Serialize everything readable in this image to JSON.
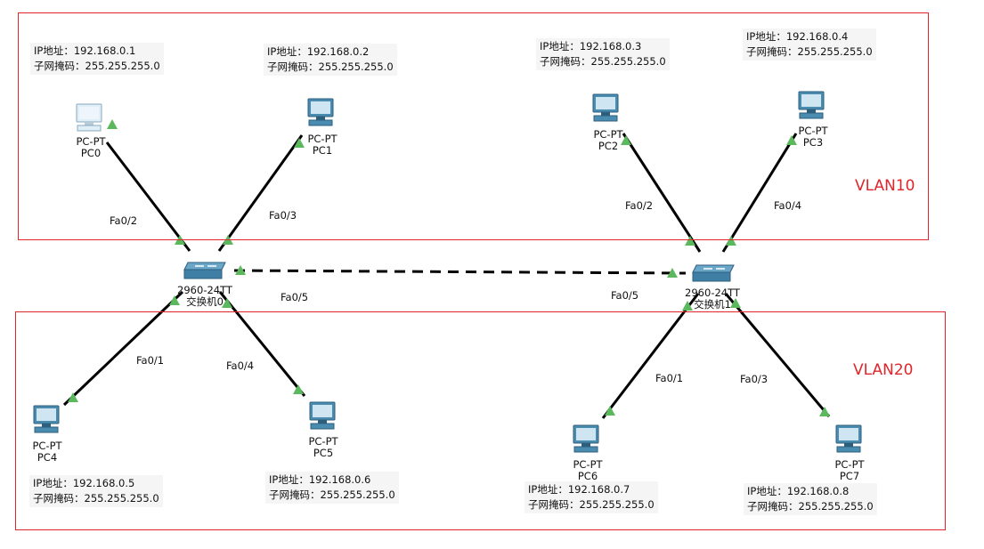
{
  "vlans": [
    {
      "id": "vlan10",
      "label": "VLAN10",
      "color": "#e0262b"
    },
    {
      "id": "vlan20",
      "label": "VLAN20",
      "color": "#e0262b"
    }
  ],
  "switches": [
    {
      "id": "sw0",
      "model": "2960-24TT",
      "name": "交换机0"
    },
    {
      "id": "sw1",
      "model": "2960-24TT",
      "name": "交换机1"
    }
  ],
  "pcs": [
    {
      "id": "pc0",
      "type": "PC-PT",
      "name": "PC0",
      "ip_label": "IP地址：192.168.0.1",
      "mask_label": "子网掩码：255.255.255.0",
      "port": "Fa0/2"
    },
    {
      "id": "pc1",
      "type": "PC-PT",
      "name": "PC1",
      "ip_label": "IP地址：192.168.0.2",
      "mask_label": "子网掩码：255.255.255.0",
      "port": "Fa0/3"
    },
    {
      "id": "pc2",
      "type": "PC-PT",
      "name": "PC2",
      "ip_label": "IP地址：192.168.0.3",
      "mask_label": "子网掩码：255.255.255.0",
      "port": "Fa0/2"
    },
    {
      "id": "pc3",
      "type": "PC-PT",
      "name": "PC3",
      "ip_label": "IP地址：192.168.0.4",
      "mask_label": "子网掩码：255.255.255.0",
      "port": "Fa0/4"
    },
    {
      "id": "pc4",
      "type": "PC-PT",
      "name": "PC4",
      "ip_label": "IP地址：192.168.0.5",
      "mask_label": "子网掩码：255.255.255.0",
      "port": "Fa0/1"
    },
    {
      "id": "pc5",
      "type": "PC-PT",
      "name": "PC5",
      "ip_label": "IP地址：192.168.0.6",
      "mask_label": "子网掩码：255.255.255.0",
      "port": "Fa0/4"
    },
    {
      "id": "pc6",
      "type": "PC-PT",
      "name": "PC6",
      "ip_label": "IP地址：192.168.0.7",
      "mask_label": "子网掩码：255.255.255.0",
      "port": "Fa0/1"
    },
    {
      "id": "pc7",
      "type": "PC-PT",
      "name": "PC7",
      "ip_label": "IP地址：192.168.0.8",
      "mask_label": "子网掩码：255.255.255.0",
      "port": "Fa0/3"
    }
  ],
  "trunk": {
    "port_a": "Fa0/5",
    "port_b": "Fa0/5"
  },
  "colors": {
    "link": "#000000",
    "link_indicator": "#5cb85c",
    "device_blue": "#4a8bb0"
  }
}
